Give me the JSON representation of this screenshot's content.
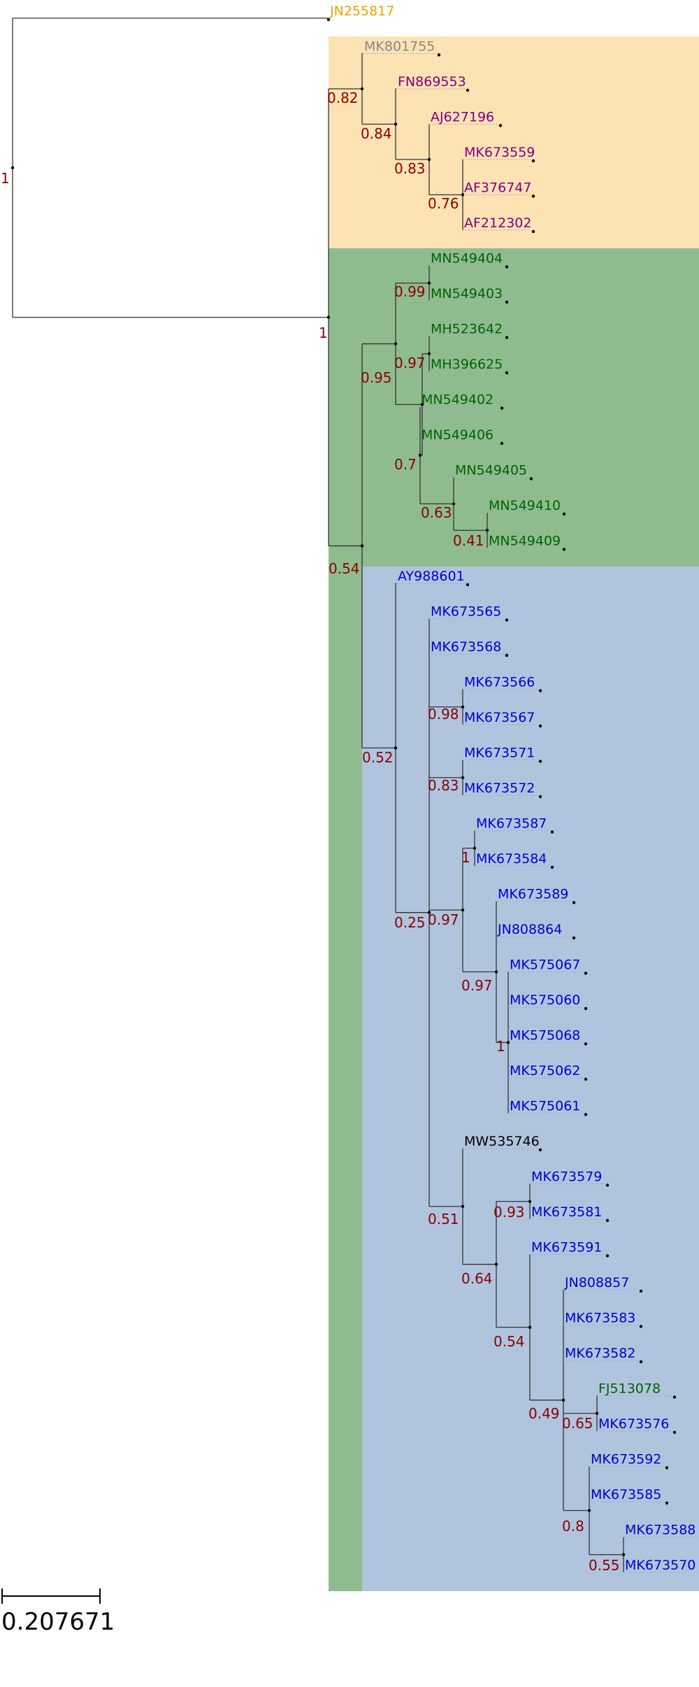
{
  "colors": {
    "clade_orange": "#fde2b4",
    "clade_green": "#8fbc8f",
    "clade_blue": "#b0c4de",
    "label_orange": "#f0a000",
    "label_gray": "#888888",
    "label_purple": "#800080",
    "label_green": "#006400",
    "label_blue": "#0000cd",
    "label_black": "#000000",
    "support": "#8b0000"
  },
  "tree": {
    "leaves": [
      {
        "name": "JN255817",
        "color": "orange"
      },
      {
        "name": "MK801755",
        "color": "gray"
      },
      {
        "name": "FN869553",
        "color": "purple"
      },
      {
        "name": "AJ627196",
        "color": "purple"
      },
      {
        "name": "MK673559",
        "color": "purple"
      },
      {
        "name": "AF376747",
        "color": "purple"
      },
      {
        "name": "AF212302",
        "color": "purple"
      },
      {
        "name": "MN549404",
        "color": "green"
      },
      {
        "name": "MN549403",
        "color": "green"
      },
      {
        "name": "MH523642",
        "color": "green"
      },
      {
        "name": "MH396625",
        "color": "green"
      },
      {
        "name": "MN549402",
        "color": "green"
      },
      {
        "name": "MN549406",
        "color": "green"
      },
      {
        "name": "MN549405",
        "color": "green"
      },
      {
        "name": "MN549410",
        "color": "green"
      },
      {
        "name": "MN549409",
        "color": "green"
      },
      {
        "name": "AY988601",
        "color": "blue"
      },
      {
        "name": "MK673565",
        "color": "blue"
      },
      {
        "name": "MK673568",
        "color": "blue"
      },
      {
        "name": "MK673566",
        "color": "blue"
      },
      {
        "name": "MK673567",
        "color": "blue"
      },
      {
        "name": "MK673571",
        "color": "blue"
      },
      {
        "name": "MK673572",
        "color": "blue"
      },
      {
        "name": "MK673587",
        "color": "blue"
      },
      {
        "name": "MK673584",
        "color": "blue"
      },
      {
        "name": "MK673589",
        "color": "blue"
      },
      {
        "name": "JN808864",
        "color": "blue"
      },
      {
        "name": "MK575067",
        "color": "blue"
      },
      {
        "name": "MK575060",
        "color": "blue"
      },
      {
        "name": "MK575068",
        "color": "blue"
      },
      {
        "name": "MK575062",
        "color": "blue"
      },
      {
        "name": "MK575061",
        "color": "blue"
      },
      {
        "name": "MW535746",
        "color": "black"
      },
      {
        "name": "MK673579",
        "color": "blue"
      },
      {
        "name": "MK673581",
        "color": "blue"
      },
      {
        "name": "MK673591",
        "color": "blue"
      },
      {
        "name": "JN808857",
        "color": "blue"
      },
      {
        "name": "MK673583",
        "color": "blue"
      },
      {
        "name": "MK673582",
        "color": "blue"
      },
      {
        "name": "FJ513078",
        "color": "green"
      },
      {
        "name": "MK673576",
        "color": "blue"
      },
      {
        "name": "MK673592",
        "color": "blue"
      },
      {
        "name": "MK673585",
        "color": "blue"
      },
      {
        "name": "MK673588",
        "color": "blue"
      },
      {
        "name": "MK673570",
        "color": "blue"
      }
    ],
    "support_values": [
      "1",
      "0.82",
      "0.84",
      "0.83",
      "0.76",
      "1",
      "0.99",
      "0.95",
      "0.97",
      "0.7",
      "0.63",
      "0.41",
      "0.54",
      "0.52",
      "0.98",
      "0.83",
      "1",
      "0.25",
      "0.97",
      "0.97",
      "1",
      "0.93",
      "0.51",
      "0.64",
      "0.54",
      "0.49",
      "0.65",
      "0.8",
      "0.55"
    ],
    "scale_bar": "0.207671"
  }
}
